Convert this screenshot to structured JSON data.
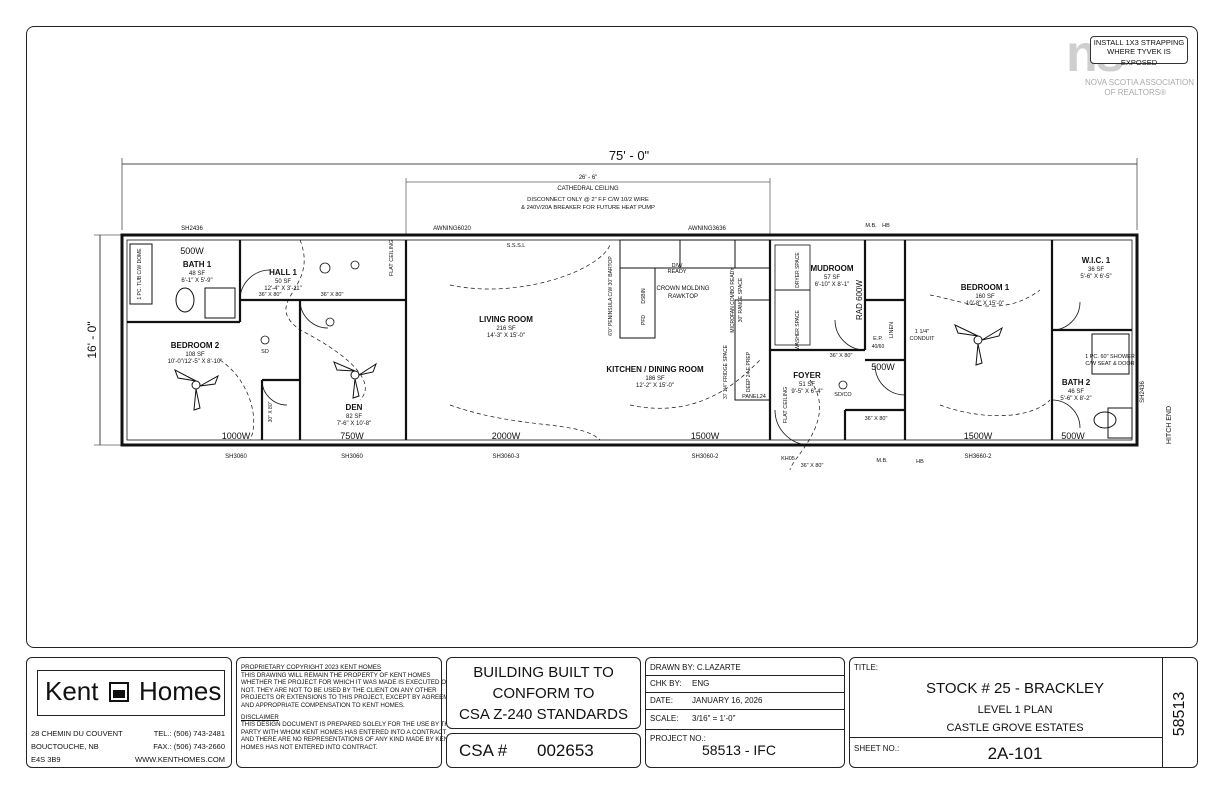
{
  "watermark": {
    "brand": "ns",
    "org_line1": "NOVA SCOTIA ASSOCIATION",
    "org_line2": "OF REALTORS®"
  },
  "note": {
    "line1": "INSTALL 1X3 STRAPPING",
    "line2": "WHERE TYVEK IS EXPOSED"
  },
  "dimensions": {
    "overall_length": "75' - 0\"",
    "overall_width": "16' - 0\"",
    "cathedral_width": "26' - 6\"",
    "cathedral_label": "CATHEDRAL CEILING",
    "disconnect_1": "DISCONNECT ONLY @ 2\" F.F C/W 10/2 WIRE",
    "disconnect_2": "& 240V/20A BREAKER FOR FUTURE HEAT PUMP"
  },
  "rooms": {
    "bath1": {
      "name": "BATH 1",
      "area": "48 SF",
      "dims": "6'-1\" X 5'-9\""
    },
    "hall1": {
      "name": "HALL 1",
      "area": "50 SF",
      "dims": "12'-4\" X 3'-11\""
    },
    "bedroom2": {
      "name": "BEDROOM 2",
      "area": "108 SF",
      "dims": "10'-0\"/12'-5\" X 8'-10\""
    },
    "den": {
      "name": "DEN",
      "area": "82 SF",
      "dims": "7'-6\" X 10'-8\""
    },
    "living": {
      "name": "LIVING ROOM",
      "area": "216 SF",
      "dims": "14'-3\" X 15'-0\""
    },
    "kitchen": {
      "name": "KITCHEN / DINING ROOM",
      "area": "186 SF",
      "dims": "12'-2\" X 15'-0\""
    },
    "mudroom": {
      "name": "MUDROOM",
      "area": "57 SF",
      "dims": "6'-10\" X 8'-1\""
    },
    "foyer": {
      "name": "FOYER",
      "area": "51 SF",
      "dims": "9'-5\" X 6'-4\""
    },
    "bedroom1": {
      "name": "BEDROOM 1",
      "area": "160 SF",
      "dims": "10'-8\" X 15'-0\""
    },
    "wic1": {
      "name": "W.I.C. 1",
      "area": "36 SF",
      "dims": "5'-6\" X 6'-5\""
    },
    "bath2": {
      "name": "BATH 2",
      "area": "46 SF",
      "dims": "5'-6\" X 8'-2\""
    }
  },
  "heaters": {
    "h500a": "500W",
    "h1000": "1000W",
    "h750": "750W",
    "h2000": "2000W",
    "h1500a": "1500W",
    "h500b": "500W",
    "h1500b": "1500W",
    "h500c": "500W"
  },
  "windows": {
    "sh2436a": "SH2436",
    "awning6020": "AWNING6020",
    "awning3636": "AWNING3636",
    "sh3060a": "SH3060",
    "sh3060b": "SH3060",
    "sh3060_3": "SH3060-3",
    "sh3060_2": "SH3060-2",
    "sh3660_2": "SH3660-2",
    "sh2436b": "SH2436"
  },
  "annotations": {
    "flat_ceiling1": "FLAT CEILING",
    "flat_ceiling2": "FLAT CEILING",
    "tub": "1 PC. TUB C/W DOME",
    "shower": "1 PC. 60\" SHOWER",
    "shower2": "C/W SEAT & DOOR",
    "crown": "CROWN MOLDING",
    "rawktop": "RAWKTOP",
    "dw": "D/W",
    "ready": "READY",
    "door36a": "36\" X 80\"",
    "door36b": "36\" X 80\"",
    "door36c": "36\" X 80\"",
    "door36d": "36\" X 80\"",
    "door36e": "36\" X 80\"",
    "door30": "30\" X 80\"",
    "sd": "SD",
    "sdco": "SD/CO",
    "rad": "RAD 600W",
    "linen": "LINEN",
    "ep": "E.P.",
    "ep2": "40/60",
    "conduit1": "1 1/4\"",
    "conduit2": "CONDUIT",
    "panel": "PANEL24",
    "kh05": "KH05",
    "mb1": "M.B.",
    "hb1": "HB",
    "mb2": "M.B.",
    "hb2": "HB",
    "hitch": "HITCH END",
    "washer": "WASHER SPACE",
    "dryer": "DRYER SPACE",
    "fridge": "37 1/4\" FRIDGE SPACE",
    "range": "30\" RANGE SPACE",
    "micro": "MICROFAN COMBO READY",
    "deep": "DEEP 24 E.PREP",
    "peninsula": "6'0\" PENINSULA C/W 30\" BARTOP",
    "dsbin": "DSBIN",
    "pfd": "PFD",
    "ssl": "S.S.S.L"
  },
  "titleblock": {
    "company": "Kent",
    "company2": "Homes",
    "addr1": "28 CHEMIN DU COUVENT",
    "addr2": "BOUCTOUCHE, NB",
    "addr3": "E4S 3B9",
    "tel": "TEL.: (506) 743-2481",
    "fax": "FAX.: (506) 743-2660",
    "web": "WWW.KENTHOMES.COM",
    "copyright_title": "PROPRIETARY COPYRIGHT 2023 KENT HOMES",
    "copyright_1": "THIS DRAWING WILL REMAIN THE PROPERTY OF KENT HOMES",
    "copyright_2": "WHETHER THE PROJECT FOR WHICH IT WAS MADE IS EXECUTED OR",
    "copyright_3": "NOT.  THEY ARE NOT TO BE USED BY THE CLIENT ON ANY OTHER",
    "copyright_4": "PROJECTS OR EXTENSIONS TO THIS PROJECT, EXCEPT BY AGREEMENT",
    "copyright_5": "AND APPROPRIATE COMPENSATION TO KENT HOMES.",
    "disclaimer_title": "DISCLAIMER",
    "disclaimer_1": "THIS DESIGN DOCUMENT IS PREPARED SOLELY FOR THE USE BY THE",
    "disclaimer_2": "PARTY WITH WHOM KENT HOMES HAS ENTERED INTO A CONTRACT",
    "disclaimer_3": "AND THERE ARE NO REPRESENTATIONS OF ANY KIND MADE BY KENT",
    "disclaimer_4": "HOMES HAS NOT ENTERED INTO CONTRACT.",
    "standard_1": "BUILDING BUILT TO",
    "standard_2": "CONFORM TO",
    "standard_3": "CSA Z-240 STANDARDS",
    "csa_label": "CSA #",
    "csa_number": "002653",
    "drawn_by": "DRAWN BY: C.LAZARTE",
    "chk_label": "CHK BY:",
    "chk_value": "ENG",
    "date_label": "DATE:",
    "date_value": "JANUARY 16, 2026",
    "scale_label": "SCALE:",
    "scale_value": "3/16\" = 1'-0\"",
    "project_label": "PROJECT NO.:",
    "project_value": "58513 - IFC",
    "title_label": "TITLE:",
    "title_1": "STOCK # 25 - BRACKLEY",
    "title_2": "LEVEL 1 PLAN",
    "title_3": "CASTLE GROVE ESTATES",
    "sheet_label": "SHEET NO.:",
    "sheet_value": "2A-101",
    "vertical_no": "58513"
  }
}
